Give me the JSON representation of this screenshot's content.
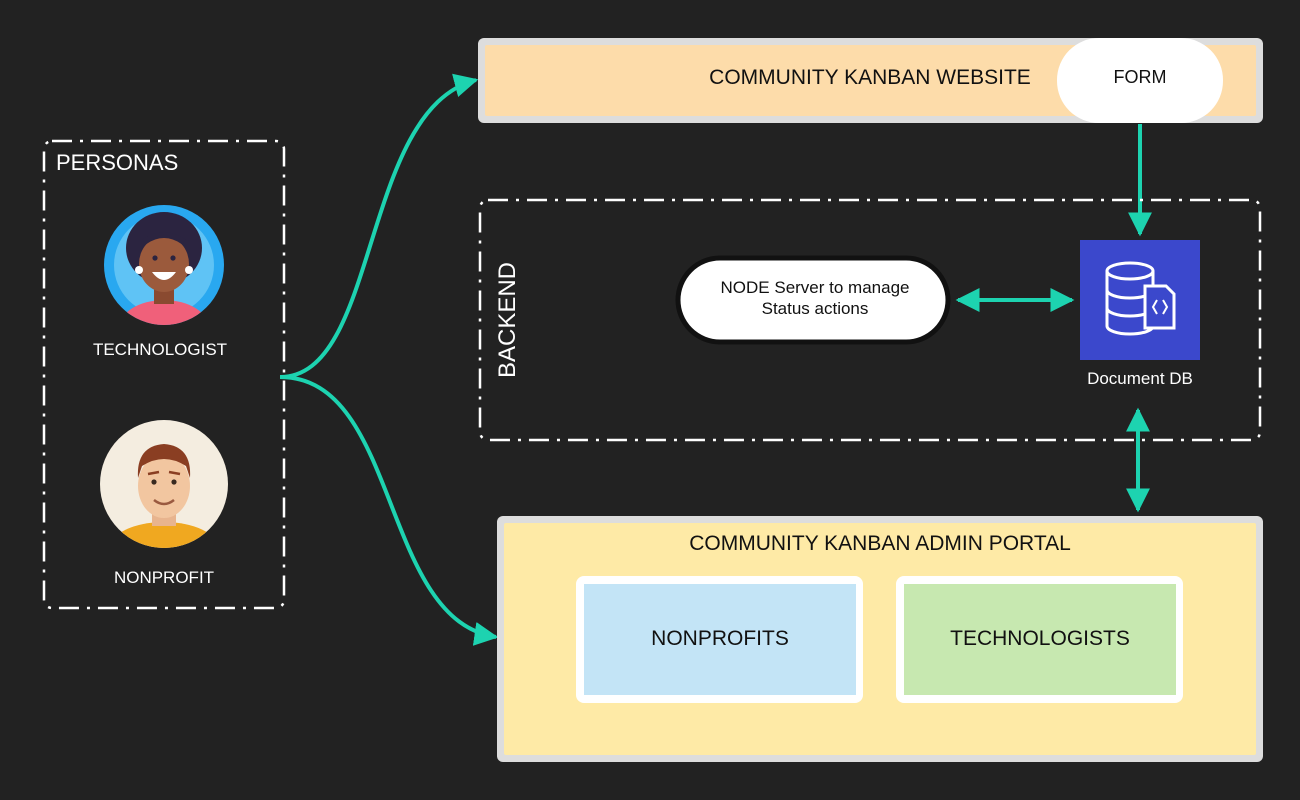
{
  "personas": {
    "title": "PERSONAS",
    "technologist_label": "TECHNOLOGIST",
    "nonprofit_label": "NONPROFIT"
  },
  "website": {
    "title": "COMMUNITY KANBAN WEBSITE",
    "form_label": "FORM"
  },
  "backend": {
    "title": "BACKEND",
    "node_server_line1": "NODE Server to manage",
    "node_server_line2": "Status actions",
    "db_label": "Document DB",
    "db_icon": "document-database-icon"
  },
  "admin_portal": {
    "title": "COMMUNITY KANBAN ADMIN PORTAL",
    "nonprofits_label": "NONPROFITS",
    "technologists_label": "TECHNOLOGISTS"
  },
  "colors": {
    "background": "#222222",
    "connector": "#1dd3b0",
    "website_fill": "#fddcaa",
    "admin_fill": "#feeaa6",
    "nonprofits_fill": "#c3e4f6",
    "technologists_fill": "#c7e8b0",
    "db_fill": "#3b48cc"
  }
}
